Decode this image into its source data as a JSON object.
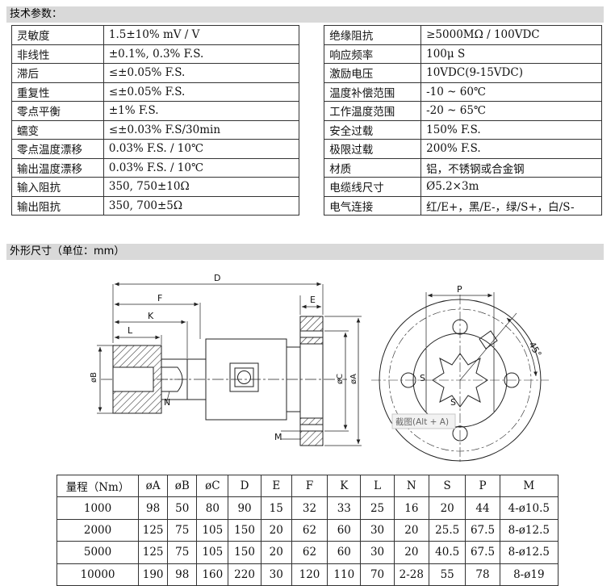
{
  "spec_section": {
    "title": "技术参数："
  },
  "specs_left": [
    {
      "label": "灵敏度",
      "value": "1.5±10% mV / V"
    },
    {
      "label": "非线性",
      "value": "±0.1%, 0.3% F.S."
    },
    {
      "label": "滞后",
      "value": "≤±0.05% F.S."
    },
    {
      "label": "重复性",
      "value": "≤±0.05% F.S."
    },
    {
      "label": "零点平衡",
      "value": "±1% F.S."
    },
    {
      "label": "蠕变",
      "value": "≤±0.03% F.S/30min"
    },
    {
      "label": "零点温度漂移",
      "value": "0.03% F.S. / 10℃"
    },
    {
      "label": "输出温度漂移",
      "value": "0.03% F.S. / 10℃"
    },
    {
      "label": "输入阻抗",
      "value": "350, 750±10Ω"
    },
    {
      "label": "输出阻抗",
      "value": "350, 700±5Ω"
    }
  ],
  "specs_right": [
    {
      "label": "绝缘阻抗",
      "value": "≥5000MΩ / 100VDC"
    },
    {
      "label": "响应频率",
      "value": "100μ S"
    },
    {
      "label": "激励电压",
      "value": "10VDC(9-15VDC)"
    },
    {
      "label": "温度补偿范围",
      "value": "-10 ~ 60℃"
    },
    {
      "label": "工作温度范围",
      "value": "-20 ~ 65℃"
    },
    {
      "label": "安全过载",
      "value": "150% F.S."
    },
    {
      "label": "极限过载",
      "value": "200% F.S."
    },
    {
      "label": "材质",
      "value": "铝，不锈钢或合金钢"
    },
    {
      "label": "电缆线尺寸",
      "value": "Ø5.2×3m"
    },
    {
      "label": "电气连接",
      "value": "红/E+，黑/E-，绿/S+，白/S-"
    }
  ],
  "dimension_section": {
    "title": "外形尺寸（单位：mm）"
  },
  "drawing": {
    "labels": {
      "D": "D",
      "F": "F",
      "K": "K",
      "L": "L",
      "E": "E",
      "N": "N",
      "M": "M",
      "B": "øB",
      "C": "øC",
      "A": "øA",
      "P": "P",
      "S1": "S",
      "S2": "S",
      "angle": "45°"
    },
    "tooltip": "截图(Alt + A)"
  },
  "dims_table": {
    "headers": [
      "量程（Nm）",
      "øA",
      "øB",
      "øC",
      "D",
      "E",
      "F",
      "K",
      "L",
      "N",
      "S",
      "P",
      "M"
    ],
    "rows": [
      [
        "1000",
        "98",
        "50",
        "80",
        "90",
        "15",
        "32",
        "33",
        "25",
        "16",
        "20",
        "44",
        "4-ø10.5"
      ],
      [
        "2000",
        "125",
        "75",
        "105",
        "150",
        "20",
        "62",
        "60",
        "30",
        "20",
        "25.5",
        "67.5",
        "8-ø12.5"
      ],
      [
        "5000",
        "125",
        "75",
        "105",
        "150",
        "20",
        "62",
        "60",
        "30",
        "20",
        "40.5",
        "67.5",
        "8-ø12.5"
      ],
      [
        "10000",
        "190",
        "98",
        "160",
        "220",
        "30",
        "120",
        "110",
        "70",
        "2-28",
        "55",
        "78",
        "8-ø19"
      ]
    ]
  }
}
